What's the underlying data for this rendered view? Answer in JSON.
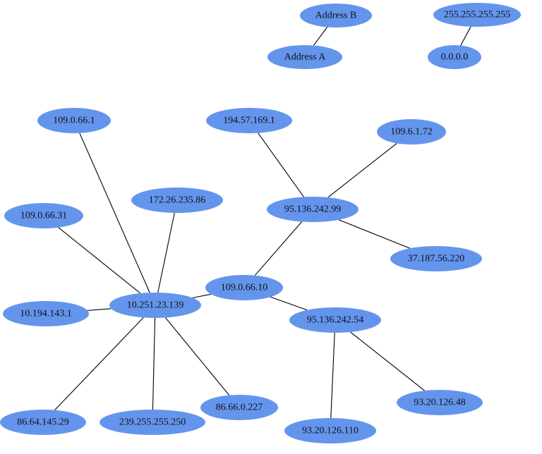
{
  "colors": {
    "node_fill": "#6495ED",
    "edge": "#000000",
    "label": "#111111",
    "background": "#FFFFFF"
  },
  "nodes": [
    {
      "id": "addr_b",
      "label": "Address B"
    },
    {
      "id": "addr_a",
      "label": "Address A"
    },
    {
      "id": "bcast",
      "label": "255.255.255.255"
    },
    {
      "id": "zero",
      "label": "0.0.0.0"
    },
    {
      "id": "n1",
      "label": "109.0.66.1"
    },
    {
      "id": "n2",
      "label": "194.57.169.1"
    },
    {
      "id": "n3",
      "label": "109.6.1.72"
    },
    {
      "id": "n4",
      "label": "172.26.235.86"
    },
    {
      "id": "n5",
      "label": "95.136.242.99"
    },
    {
      "id": "n6",
      "label": "109.0.66.31"
    },
    {
      "id": "n7",
      "label": "37.187.56.220"
    },
    {
      "id": "n8",
      "label": "109.0.66.10"
    },
    {
      "id": "n9",
      "label": "10.251.23.139"
    },
    {
      "id": "n10",
      "label": "10.194.143.1"
    },
    {
      "id": "n11",
      "label": "95.136.242.54"
    },
    {
      "id": "n12",
      "label": "93.20.126.48"
    },
    {
      "id": "n13",
      "label": "86.66.0.227"
    },
    {
      "id": "n14",
      "label": "86.64.145.29"
    },
    {
      "id": "n15",
      "label": "239.255.255.250"
    },
    {
      "id": "n16",
      "label": "93.20.126.110"
    }
  ],
  "edges": [
    {
      "from": "addr_b",
      "to": "addr_a"
    },
    {
      "from": "bcast",
      "to": "zero"
    },
    {
      "from": "n1",
      "to": "n9"
    },
    {
      "from": "n4",
      "to": "n9"
    },
    {
      "from": "n6",
      "to": "n9"
    },
    {
      "from": "n10",
      "to": "n9"
    },
    {
      "from": "n9",
      "to": "n14"
    },
    {
      "from": "n9",
      "to": "n15"
    },
    {
      "from": "n9",
      "to": "n13"
    },
    {
      "from": "n9",
      "to": "n8"
    },
    {
      "from": "n8",
      "to": "n5"
    },
    {
      "from": "n8",
      "to": "n11"
    },
    {
      "from": "n2",
      "to": "n5"
    },
    {
      "from": "n3",
      "to": "n5"
    },
    {
      "from": "n5",
      "to": "n7"
    },
    {
      "from": "n11",
      "to": "n16"
    },
    {
      "from": "n11",
      "to": "n12"
    }
  ]
}
